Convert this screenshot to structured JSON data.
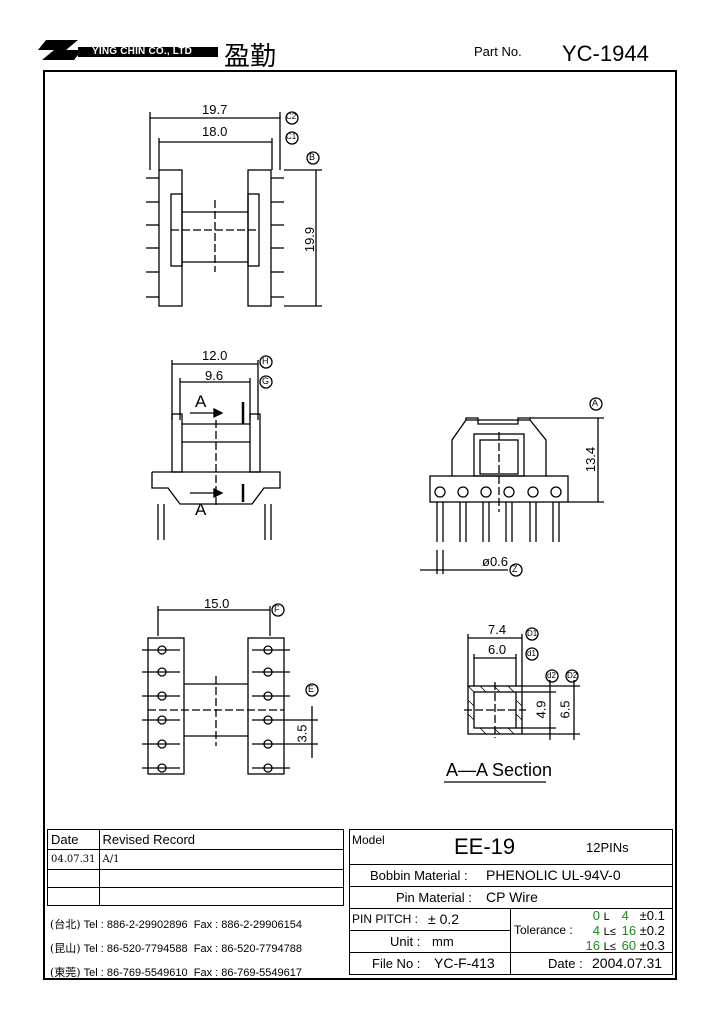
{
  "header": {
    "company": "YING CHIN CO., LTD",
    "company_cn": "盈勤",
    "part_no_label": "Part No.",
    "part_no": "YC-1944"
  },
  "drawing": {
    "top_view": {
      "dim_outer": "19.7",
      "dim_inner": "18.0",
      "dim_height": "19.9",
      "tag_c2": "C2",
      "tag_c1": "C1",
      "tag_b": "B"
    },
    "side_view": {
      "dim_outer": "12.0",
      "dim_inner": "9.6",
      "tag_h": "H",
      "tag_g": "G",
      "section_mark": "A"
    },
    "end_view": {
      "dim_height": "13.4",
      "dim_pin": "ø0.6",
      "tag_a": "A",
      "tag_z": "Z"
    },
    "bottom_view": {
      "dim_width": "15.0",
      "dim_pitch": "3.5",
      "tag_f": "F",
      "tag_e": "E"
    },
    "section": {
      "dim_d1_outer": "7.4",
      "dim_d1_inner": "6.0",
      "dim_d2_outer": "6.5",
      "dim_d2_inner": "4.9",
      "tag_D1": "D1",
      "tag_d1": "d1",
      "tag_d2": "d2",
      "tag_D2": "D2",
      "title": "A—A Section"
    }
  },
  "revision": {
    "col_date": "Date",
    "col_record": "Revised Record",
    "rows": [
      {
        "date": "04.07.31",
        "record": "A/1"
      },
      {
        "date": "",
        "record": ""
      },
      {
        "date": "",
        "record": ""
      }
    ]
  },
  "contacts": [
    {
      "region": "(台北)",
      "tel": "Tel : 886-2-29902896",
      "fax": "Fax : 886-2-29906154"
    },
    {
      "region": "(昆山)",
      "tel": "Tel : 86-520-7794588",
      "fax": "Fax : 86-520-7794788"
    },
    {
      "region": "(東莞)",
      "tel": "Tel : 86-769-5549610",
      "fax": "Fax : 86-769-5549617"
    }
  ],
  "spec": {
    "model_label": "Model",
    "model": "EE-19",
    "pins": "12PINs",
    "bobbin_label": "Bobbin  Material :",
    "bobbin": "PHENOLIC UL-94V-0",
    "pin_material_label": "Pin  Material :",
    "pin_material": "CP Wire",
    "pin_pitch_label": "PIN  PITCH :",
    "pin_pitch": "± 0.2",
    "unit_label": "Unit :",
    "unit": "mm",
    "tolerance_label": "Tolerance :",
    "tolerance_rows": [
      {
        "lo": "0",
        "mid": "L",
        "hi": "4",
        "tol": "±0.1"
      },
      {
        "lo": "4",
        "mid": "L≤",
        "hi": "16",
        "tol": "±0.2"
      },
      {
        "lo": "16",
        "mid": "L≤",
        "hi": "60",
        "tol": "±0.3"
      }
    ],
    "file_label": "File  No :",
    "file_no": "YC-F-413",
    "date_label": "Date :",
    "date": "2004.07.31"
  }
}
